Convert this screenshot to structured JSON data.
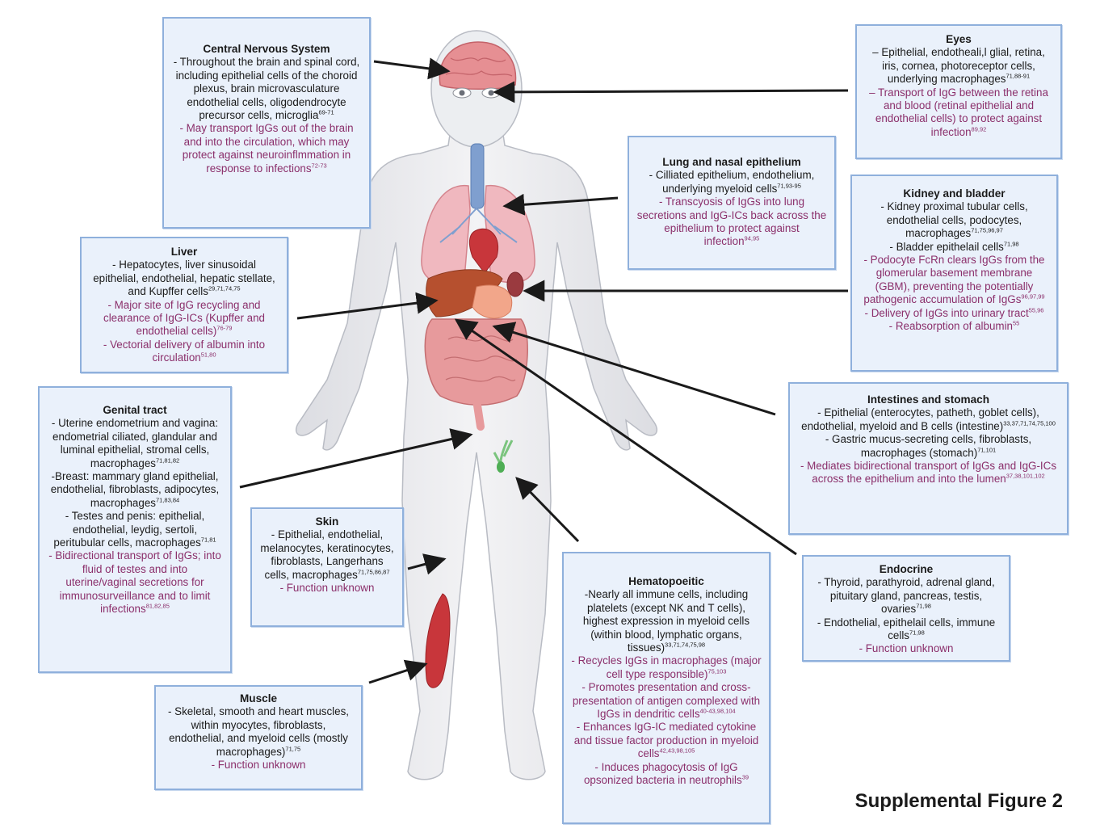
{
  "figure_label": "Supplemental Figure 2",
  "colors": {
    "box_fill": "#eaf1fb",
    "box_border": "#8fb0dc",
    "function_text": "#8b2f6b",
    "arrow": "#1a1a1a"
  },
  "boxes": [
    {
      "id": "cns",
      "title": "Central Nervous System",
      "lines": [
        {
          "text": "- Throughout the brain and spinal cord, including epithelial cells of the choroid plexus, brain microvasculature endothelial cells, oligodendrocyte precursor cells, microglia",
          "sup": "69-71",
          "purple": false
        },
        {
          "text": "- May transport IgGs out of the brain and into the circulation, which may protect against neuroinflmmation in response to infections",
          "sup": "72-73",
          "purple": true
        }
      ]
    },
    {
      "id": "eyes",
      "title": "Eyes",
      "lines": [
        {
          "text": "– Epithelial, endotheali,l glial, retina, iris, cornea, photoreceptor cells, underlying macrophages",
          "sup": "71,88-91",
          "purple": false
        },
        {
          "text": "– Transport of IgG between the retina and blood (retinal epithelial and endothelial cells) to protect against infection",
          "sup": "89,92",
          "purple": true
        }
      ]
    },
    {
      "id": "lung",
      "title": "Lung and nasal epithelium",
      "lines": [
        {
          "text": "- Cilliated epithelium, endothelium, underlying myeloid cells",
          "sup": "71,93-95",
          "purple": false
        },
        {
          "text": "- Transcyosis of IgGs into lung secretions and IgG-ICs back across the epithelium to protect against infection",
          "sup": "94,95",
          "purple": true
        }
      ]
    },
    {
      "id": "kidney",
      "title": "Kidney and bladder",
      "lines": [
        {
          "text": "- Kidney proximal tubular cells, endothelial cells, podocytes, macrophages",
          "sup": "71,75,96,97",
          "purple": false
        },
        {
          "text": "- Bladder epithelail cells",
          "sup": "71,98",
          "purple": false
        },
        {
          "text": "- Podocyte FcRn clears IgGs from the glomerular basement membrane (GBM), preventing the potentially pathogenic accumulation of IgGs",
          "sup": "96,97,99",
          "purple": true
        },
        {
          "text": "- Delivery of IgGs into urinary tract",
          "sup": "55,96",
          "purple": true
        },
        {
          "text": "- Reabsorption of albumin",
          "sup": "55",
          "purple": true
        }
      ]
    },
    {
      "id": "liver",
      "title": "Liver",
      "lines": [
        {
          "text": "- Hepatocytes, liver sinusoidal epithelial, endothelial, hepatic stellate, and Kupffer cells",
          "sup": "29,71,74,75",
          "purple": false
        },
        {
          "text": "- Major site of IgG recycling and clearance of IgG-ICs (Kupffer and endothelial cells)",
          "sup": "76-79",
          "purple": true
        },
        {
          "text": "- Vectorial delivery of albumin into circulation",
          "sup": "51,80",
          "purple": true
        }
      ]
    },
    {
      "id": "intestines",
      "title": "Intestines and stomach",
      "lines": [
        {
          "text": "- Epithelial (enterocytes, patheth, goblet cells), endothelial, myeloid and B cells (intestine)",
          "sup": "33,37,71,74,75,100",
          "purple": false
        },
        {
          "text": "- Gastric mucus-secreting cells, fibroblasts, macrophages (stomach)",
          "sup": "71,101",
          "purple": false
        },
        {
          "text": "- Mediates bidirectional transport of IgGs and IgG-ICs across the epithelium and into the lumen",
          "sup": "37,38,101,102",
          "purple": true
        }
      ]
    },
    {
      "id": "genital",
      "title": "Genital tract",
      "lines": [
        {
          "text": "- Uterine endometrium and vagina: endometrial ciliated, glandular and luminal epithelial, stromal cells, macrophages",
          "sup": "71,81,82",
          "purple": false
        },
        {
          "text": "-Breast: mammary gland epithelial, endothelial, fibroblasts, adipocytes, macrophages",
          "sup": "71,83,84",
          "purple": false
        },
        {
          "text": "- Testes and penis: epithelial, endothelial, leydig, sertoli, peritubular cells, macrophages",
          "sup": "71,81",
          "purple": false
        },
        {
          "text": "- Bidirectional transport of IgGs; into fluid of testes and into uterine/vaginal secretions for immunosurveillance and to limit infections",
          "sup": "81,82,85",
          "purple": true
        }
      ]
    },
    {
      "id": "skin",
      "title": "Skin",
      "lines": [
        {
          "text": "- Epithelial, endothelial, melanocytes, keratinocytes, fibroblasts, Langerhans cells, macrophages",
          "sup": "71,75,86,87",
          "purple": false
        },
        {
          "text": "- Function unknown",
          "sup": "",
          "purple": true
        }
      ]
    },
    {
      "id": "endocrine",
      "title": "Endocrine",
      "lines": [
        {
          "text": "- Thyroid, parathyroid, adrenal gland, pituitary gland, pancreas, testis, ovaries",
          "sup": "71,98",
          "purple": false
        },
        {
          "text": "- Endothelial, epithelail cells, immune cells",
          "sup": "71,98",
          "purple": false
        },
        {
          "text": "- Function unknown",
          "sup": "",
          "purple": true
        }
      ]
    },
    {
      "id": "hemato",
      "title": "Hematopoeitic",
      "lines": [
        {
          "text": "-Nearly all immune cells, including platelets (except NK and T cells), highest expression in myeloid cells (within blood, lymphatic organs, tissues)",
          "sup": "33,71,74,75,98",
          "purple": false
        },
        {
          "text": "- Recycles IgGs in macrophages (major cell type responsible)",
          "sup": "75,103",
          "purple": true
        },
        {
          "text": "- Promotes presentation and cross-presentation of antigen complexed with IgGs in dendritic cells",
          "sup": "40-43,98,104",
          "purple": true
        },
        {
          "text": "- Enhances IgG-IC mediated cytokine and tissue factor production in myeloid cells",
          "sup": "42,43,98,105",
          "purple": true
        },
        {
          "text": "- Induces phagocytosis of IgG opsonized bacteria in neutrophils",
          "sup": "39",
          "purple": true
        }
      ]
    },
    {
      "id": "muscle",
      "title": "Muscle",
      "lines": [
        {
          "text": "- Skeletal, smooth and heart muscles, within myocytes, fibroblasts, endothelial, and myeloid cells (mostly macrophages)",
          "sup": "71,75",
          "purple": false
        },
        {
          "text": "- Function unknown",
          "sup": "",
          "purple": true
        }
      ]
    }
  ]
}
